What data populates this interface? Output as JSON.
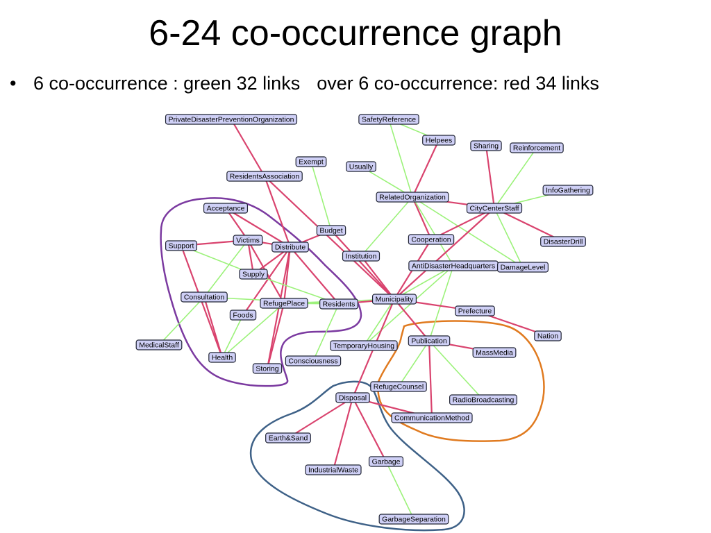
{
  "title": "6-24 co-occurrence graph",
  "bullet": {
    "part1": "6 co-occurrence : green 32 links",
    "part2": "over 6 co-occurrence: red 34 links"
  },
  "colors": {
    "green_link": "#9cf27a",
    "red_link": "#d9436e",
    "node_fill": "#cfd0f6",
    "purple_cluster": "#7b3aa0",
    "orange_cluster": "#e07a1f",
    "blue_cluster": "#3e6187"
  },
  "nodes": [
    {
      "id": "PrivateDisasterPreventionOrganization",
      "label": "PrivateDisasterPreventionOrganization"
    },
    {
      "id": "SafetyReference",
      "label": "SafetyReference"
    },
    {
      "id": "Helpees",
      "label": "Helpees"
    },
    {
      "id": "Sharing",
      "label": "Sharing"
    },
    {
      "id": "Reinforcement",
      "label": "Reinforcement"
    },
    {
      "id": "Exempt",
      "label": "Exempt"
    },
    {
      "id": "Usually",
      "label": "Usually"
    },
    {
      "id": "ResidentsAssociation",
      "label": "ResidentsAssociation"
    },
    {
      "id": "InfoGathering",
      "label": "InfoGathering"
    },
    {
      "id": "RelatedOrganization",
      "label": "RelatedOrganization"
    },
    {
      "id": "CityCenterStaff",
      "label": "CityCenterStaff"
    },
    {
      "id": "Acceptance",
      "label": "Acceptance"
    },
    {
      "id": "Budget",
      "label": "Budget"
    },
    {
      "id": "Cooperation",
      "label": "Cooperation"
    },
    {
      "id": "DisasterDrill",
      "label": "DisasterDrill"
    },
    {
      "id": "Support",
      "label": "Support"
    },
    {
      "id": "Victims",
      "label": "Victims"
    },
    {
      "id": "Distribute",
      "label": "Distribute"
    },
    {
      "id": "Institution",
      "label": "Institution"
    },
    {
      "id": "AntiDisasterHeadquarters",
      "label": "AntiDisasterHeadquarters"
    },
    {
      "id": "DamageLevel",
      "label": "DamageLevel"
    },
    {
      "id": "Supply",
      "label": "Supply"
    },
    {
      "id": "Consultation",
      "label": "Consultation"
    },
    {
      "id": "RefugePlace",
      "label": "RefugePlace"
    },
    {
      "id": "Residents",
      "label": "Residents"
    },
    {
      "id": "Municipality",
      "label": "Municipality"
    },
    {
      "id": "Prefecture",
      "label": "Prefecture"
    },
    {
      "id": "Foods",
      "label": "Foods"
    },
    {
      "id": "Nation",
      "label": "Nation"
    },
    {
      "id": "Publication",
      "label": "Publication"
    },
    {
      "id": "MedicalStaff",
      "label": "MedicalStaff"
    },
    {
      "id": "TemporaryHousing",
      "label": "TemporaryHousing"
    },
    {
      "id": "MassMedia",
      "label": "MassMedia"
    },
    {
      "id": "Health",
      "label": "Health"
    },
    {
      "id": "Consciousness",
      "label": "Consciousness"
    },
    {
      "id": "Storing",
      "label": "Storing"
    },
    {
      "id": "RefugeCounsel",
      "label": "RefugeCounsel"
    },
    {
      "id": "Disposal",
      "label": "Disposal"
    },
    {
      "id": "RadioBroadcasting",
      "label": "RadioBroadcasting"
    },
    {
      "id": "CommunicationMethod",
      "label": "CommunicationMethod"
    },
    {
      "id": "Earth&Sand",
      "label": "Earth&Sand"
    },
    {
      "id": "Garbage",
      "label": "Garbage"
    },
    {
      "id": "IndustrialWaste",
      "label": "IndustrialWaste"
    },
    {
      "id": "GarbageSeparation",
      "label": "GarbageSeparation"
    }
  ],
  "links": [
    {
      "from": "PrivateDisasterPreventionOrganization",
      "to": "ResidentsAssociation",
      "type": "red"
    },
    {
      "from": "ResidentsAssociation",
      "to": "Distribute",
      "type": "red"
    },
    {
      "from": "ResidentsAssociation",
      "to": "Municipality",
      "type": "red"
    },
    {
      "from": "Exempt",
      "to": "Budget",
      "type": "green"
    },
    {
      "from": "SafetyReference",
      "to": "Helpees",
      "type": "green"
    },
    {
      "from": "SafetyReference",
      "to": "RelatedOrganization",
      "type": "green"
    },
    {
      "from": "Helpees",
      "to": "RelatedOrganization",
      "type": "red"
    },
    {
      "from": "Usually",
      "to": "RelatedOrganization",
      "type": "green"
    },
    {
      "from": "RelatedOrganization",
      "to": "CityCenterStaff",
      "type": "red"
    },
    {
      "from": "RelatedOrganization",
      "to": "Cooperation",
      "type": "red"
    },
    {
      "from": "RelatedOrganization",
      "to": "AntiDisasterHeadquarters",
      "type": "green"
    },
    {
      "from": "RelatedOrganization",
      "to": "Institution",
      "type": "green"
    },
    {
      "from": "RelatedOrganization",
      "to": "DamageLevel",
      "type": "green"
    },
    {
      "from": "Sharing",
      "to": "CityCenterStaff",
      "type": "red"
    },
    {
      "from": "Reinforcement",
      "to": "CityCenterStaff",
      "type": "green"
    },
    {
      "from": "InfoGathering",
      "to": "CityCenterStaff",
      "type": "green"
    },
    {
      "from": "CityCenterStaff",
      "to": "DisasterDrill",
      "type": "red"
    },
    {
      "from": "CityCenterStaff",
      "to": "Cooperation",
      "type": "red"
    },
    {
      "from": "CityCenterStaff",
      "to": "DamageLevel",
      "type": "green"
    },
    {
      "from": "CityCenterStaff",
      "to": "Municipality",
      "type": "red"
    },
    {
      "from": "Cooperation",
      "to": "Municipality",
      "type": "red"
    },
    {
      "from": "AntiDisasterHeadquarters",
      "to": "Municipality",
      "type": "green"
    },
    {
      "from": "AntiDisasterHeadquarters",
      "to": "Publication",
      "type": "green"
    },
    {
      "from": "AntiDisasterHeadquarters",
      "to": "TemporaryHousing",
      "type": "green"
    },
    {
      "from": "Institution",
      "to": "Municipality",
      "type": "red"
    },
    {
      "from": "Budget",
      "to": "Distribute",
      "type": "red"
    },
    {
      "from": "Budget",
      "to": "Municipality",
      "type": "red"
    },
    {
      "from": "Acceptance",
      "to": "Victims",
      "type": "red"
    },
    {
      "from": "Acceptance",
      "to": "Distribute",
      "type": "red"
    },
    {
      "from": "Support",
      "to": "Victims",
      "type": "red"
    },
    {
      "from": "Support",
      "to": "Supply",
      "type": "green"
    },
    {
      "from": "Support",
      "to": "Health",
      "type": "red"
    },
    {
      "from": "Victims",
      "to": "Distribute",
      "type": "red"
    },
    {
      "from": "Victims",
      "to": "Supply",
      "type": "red"
    },
    {
      "from": "Victims",
      "to": "RefugePlace",
      "type": "red"
    },
    {
      "from": "Victims",
      "to": "Consultation",
      "type": "green"
    },
    {
      "from": "Distribute",
      "to": "Supply",
      "type": "red"
    },
    {
      "from": "Distribute",
      "to": "RefugePlace",
      "type": "red"
    },
    {
      "from": "Distribute",
      "to": "Foods",
      "type": "red"
    },
    {
      "from": "Distribute",
      "to": "Residents",
      "type": "red"
    },
    {
      "from": "Distribute",
      "to": "Storing",
      "type": "red"
    },
    {
      "from": "Supply",
      "to": "Residents",
      "type": "green"
    },
    {
      "from": "Consultation",
      "to": "Residents",
      "type": "green"
    },
    {
      "from": "Consultation",
      "to": "Health",
      "type": "red"
    },
    {
      "from": "Consultation",
      "to": "MedicalStaff",
      "type": "green"
    },
    {
      "from": "RefugePlace",
      "to": "Residents",
      "type": "green"
    },
    {
      "from": "RefugePlace",
      "to": "Health",
      "type": "green"
    },
    {
      "from": "RefugePlace",
      "to": "Municipality",
      "type": "green"
    },
    {
      "from": "Residents",
      "to": "Consciousness",
      "type": "green"
    },
    {
      "from": "Residents",
      "to": "Municipality",
      "type": "red"
    },
    {
      "from": "Municipality",
      "to": "Prefecture",
      "type": "red"
    },
    {
      "from": "Municipality",
      "to": "TemporaryHousing",
      "type": "green"
    },
    {
      "from": "Municipality",
      "to": "Publication",
      "type": "red"
    },
    {
      "from": "Municipality",
      "to": "Disposal",
      "type": "red"
    },
    {
      "from": "Prefecture",
      "to": "Nation",
      "type": "red"
    },
    {
      "from": "Publication",
      "to": "MassMedia",
      "type": "red"
    },
    {
      "from": "Publication",
      "to": "RefugeCounsel",
      "type": "green"
    },
    {
      "from": "Publication",
      "to": "RadioBroadcasting",
      "type": "green"
    },
    {
      "from": "Publication",
      "to": "CommunicationMethod",
      "type": "red"
    },
    {
      "from": "Disposal",
      "to": "Earth&Sand",
      "type": "red"
    },
    {
      "from": "Disposal",
      "to": "IndustrialWaste",
      "type": "red"
    },
    {
      "from": "Disposal",
      "to": "Garbage",
      "type": "red"
    },
    {
      "from": "Disposal",
      "to": "CommunicationMethod",
      "type": "red"
    },
    {
      "from": "Garbage",
      "to": "GarbageSeparation",
      "type": "green"
    },
    {
      "from": "Storing",
      "to": "RefugePlace",
      "type": "red"
    },
    {
      "from": "Foods",
      "to": "Health",
      "type": "green"
    }
  ]
}
